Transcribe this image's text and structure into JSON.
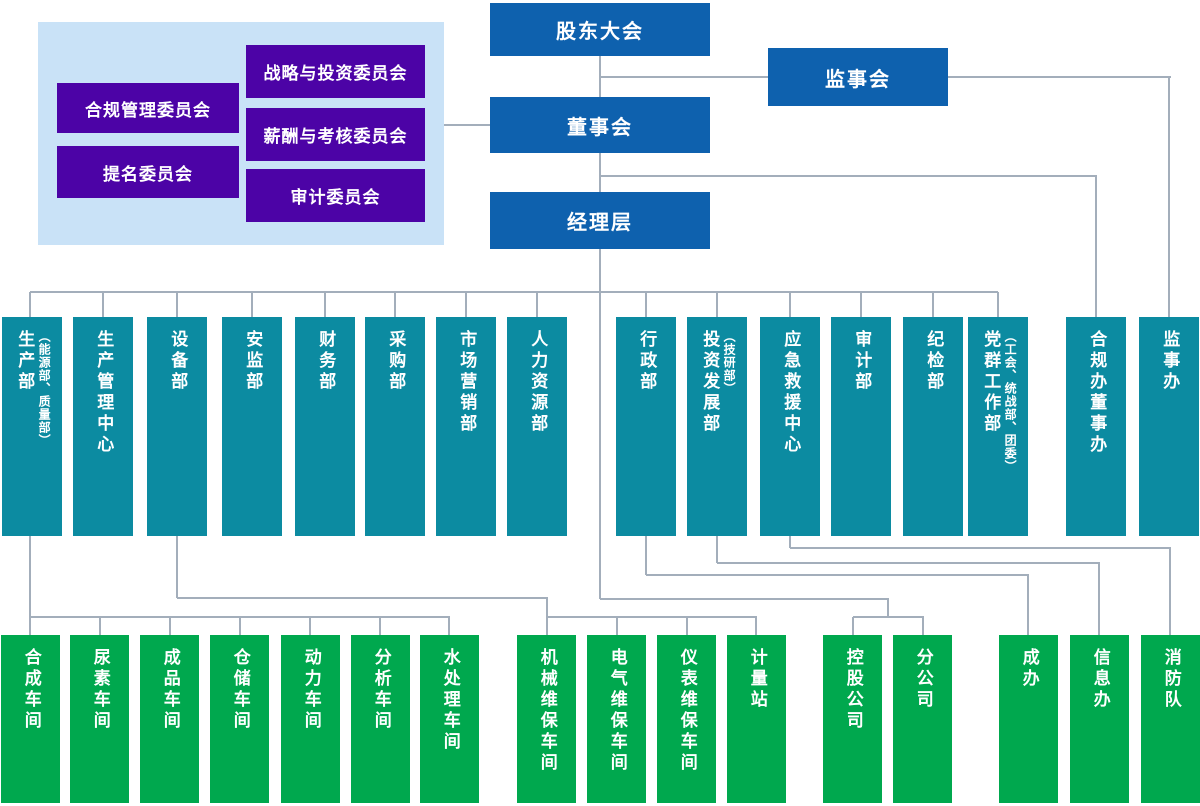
{
  "colors": {
    "blue": "#0E61AE",
    "purple": "#4C03A6",
    "panel": "#C9E2F7",
    "teal": "#0C8BA1",
    "green": "#00A84E",
    "line": "#A3AEBB"
  },
  "governance": {
    "shareholders": "股东大会",
    "supervisory_board": "监事会",
    "board": "董事会",
    "management": "经理层"
  },
  "committees": [
    "战略与投资委员会",
    "合规管理委员会",
    "薪酬与考核委员会",
    "提名委员会",
    "审计委员会"
  ],
  "departments": [
    {
      "label": "生产部",
      "note": "（能源部、质量部）"
    },
    {
      "label": "生产管理中心"
    },
    {
      "label": "设备部"
    },
    {
      "label": "安监部"
    },
    {
      "label": "财务部"
    },
    {
      "label": "采购部"
    },
    {
      "label": "市场营销部"
    },
    {
      "label": "人力资源部"
    },
    {
      "label": "行政部"
    },
    {
      "label": "投资发展部",
      "note": "（技研部）"
    },
    {
      "label": "应急救援中心"
    },
    {
      "label": "审计部"
    },
    {
      "label": "纪检部"
    },
    {
      "label": "党群工作部",
      "note": "（工会、统战部、团委）"
    },
    {
      "label": "合规办董事办"
    },
    {
      "label": "监事办"
    }
  ],
  "subunits": [
    {
      "label": "合成车间"
    },
    {
      "label": "尿素车间"
    },
    {
      "label": "成品车间"
    },
    {
      "label": "仓储车间"
    },
    {
      "label": "动力车间"
    },
    {
      "label": "分析车间"
    },
    {
      "label": "水处理车间"
    },
    {
      "label": "机械维保车间"
    },
    {
      "label": "电气维保车间"
    },
    {
      "label": "仪表维保车间"
    },
    {
      "label": "计量站"
    },
    {
      "label": "控股公司"
    },
    {
      "label": "分公司"
    },
    {
      "label": "成办"
    },
    {
      "label": "信息办"
    },
    {
      "label": "消防队"
    }
  ]
}
